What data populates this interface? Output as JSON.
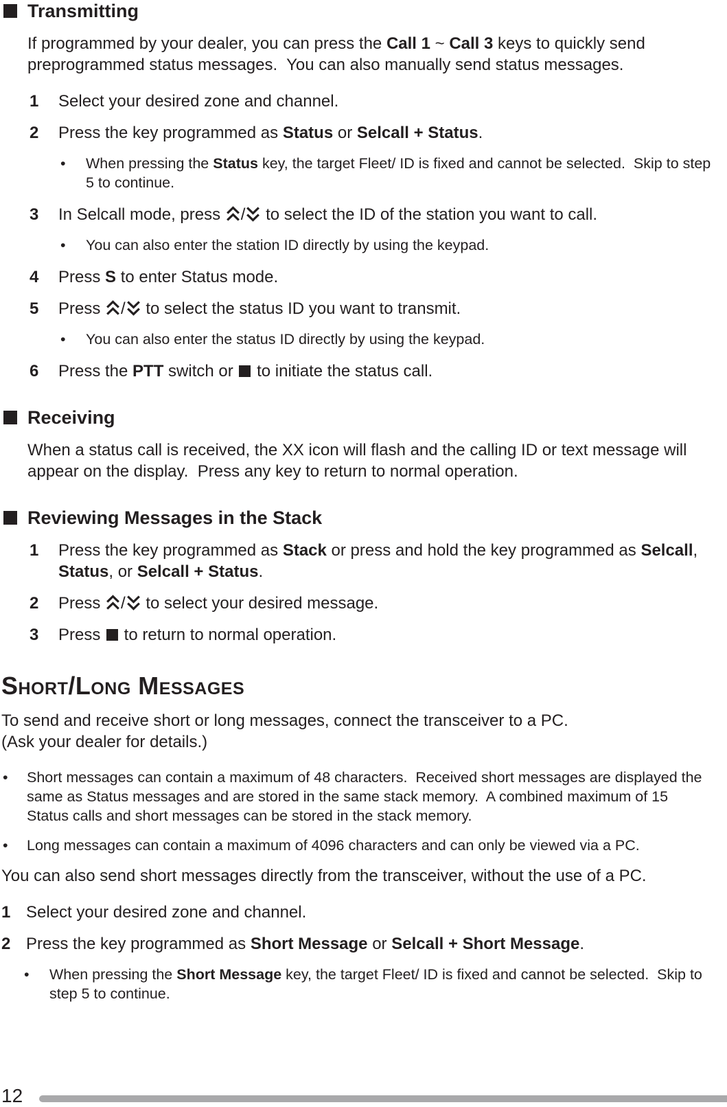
{
  "colors": {
    "text": "#231f20",
    "divider": "#a9a9ab",
    "section_marker": "#231f20"
  },
  "icons": {
    "scroll_up_key": "double-chevron-up",
    "scroll_down_key": "double-chevron-down",
    "side_key_square": "filled-square-key",
    "section_marker": "filled-square-bullet"
  },
  "document": {
    "sections": [
      {
        "type": "subsection",
        "title": "Transmitting",
        "blocks": [
          {
            "kind": "para",
            "segments": [
              {
                "t": "If programmed by your dealer, you can press the "
              },
              {
                "t": "Call 1",
                "b": true
              },
              {
                "t": " ~ "
              },
              {
                "t": "Call 3",
                "b": true
              },
              {
                "t": " keys to quickly send preprogrammed status messages.  You can also manually send status messages."
              }
            ]
          },
          {
            "kind": "step",
            "num": "1",
            "segments": [
              {
                "t": "Select your desired zone and channel."
              }
            ]
          },
          {
            "kind": "step",
            "num": "2",
            "segments": [
              {
                "t": "Press the key programmed as "
              },
              {
                "t": "Status",
                "b": true
              },
              {
                "t": " or "
              },
              {
                "t": "Selcall + Status",
                "b": true
              },
              {
                "t": "."
              }
            ]
          },
          {
            "kind": "note",
            "segments": [
              {
                "t": "When pressing the "
              },
              {
                "t": "Status",
                "b": true
              },
              {
                "t": " key, the target Fleet/ ID is fixed and cannot be selected.  Skip to step 5 to continue."
              }
            ]
          },
          {
            "kind": "step",
            "num": "3",
            "segments": [
              {
                "t": "In Selcall mode, press "
              },
              {
                "icon": "scroll-up-key"
              },
              {
                "t": "/"
              },
              {
                "icon": "scroll-down-key"
              },
              {
                "t": " to select the ID of the station you want to call."
              }
            ]
          },
          {
            "kind": "note",
            "segments": [
              {
                "t": "You can also enter the station ID directly by using the keypad."
              }
            ]
          },
          {
            "kind": "step",
            "num": "4",
            "segments": [
              {
                "t": "Press "
              },
              {
                "t": "S",
                "b": true
              },
              {
                "t": " to enter Status mode."
              }
            ]
          },
          {
            "kind": "step",
            "num": "5",
            "segments": [
              {
                "t": "Press "
              },
              {
                "icon": "scroll-up-key"
              },
              {
                "t": "/"
              },
              {
                "icon": "scroll-down-key"
              },
              {
                "t": " to select the status ID you want to transmit."
              }
            ]
          },
          {
            "kind": "note",
            "segments": [
              {
                "t": "You can also enter the status ID directly by using the keypad."
              }
            ]
          },
          {
            "kind": "step",
            "num": "6",
            "segments": [
              {
                "t": "Press the "
              },
              {
                "t": "PTT",
                "b": true
              },
              {
                "t": " switch or "
              },
              {
                "icon": "side-key-square"
              },
              {
                "t": " to initiate the status call."
              }
            ]
          }
        ]
      },
      {
        "type": "subsection",
        "title": "Receiving",
        "blocks": [
          {
            "kind": "para",
            "segments": [
              {
                "t": "When a status call is received, the XX icon will flash and the calling ID or text message will appear on the display.  Press any key to return to normal operation."
              }
            ]
          }
        ]
      },
      {
        "type": "subsection",
        "title": "Reviewing Messages in the Stack",
        "blocks": [
          {
            "kind": "step",
            "num": "1",
            "segments": [
              {
                "t": "Press the key programmed as "
              },
              {
                "t": "Stack",
                "b": true
              },
              {
                "t": " or press and hold the key programmed as "
              },
              {
                "t": "Selcall",
                "b": true
              },
              {
                "t": ", "
              },
              {
                "t": "Status",
                "b": true
              },
              {
                "t": ", or "
              },
              {
                "t": "Selcall + Status",
                "b": true
              },
              {
                "t": "."
              }
            ]
          },
          {
            "kind": "step",
            "num": "2",
            "segments": [
              {
                "t": "Press "
              },
              {
                "icon": "scroll-up-key"
              },
              {
                "t": "/"
              },
              {
                "icon": "scroll-down-key"
              },
              {
                "t": " to select your desired message."
              }
            ]
          },
          {
            "kind": "step",
            "num": "3",
            "segments": [
              {
                "t": "Press "
              },
              {
                "icon": "side-key-square"
              },
              {
                "t": " to return to normal operation."
              }
            ]
          }
        ]
      },
      {
        "type": "main-heading",
        "title": "Short/Long Messages"
      },
      {
        "type": "plain",
        "blocks": [
          {
            "kind": "para",
            "segments": [
              {
                "t": "To send and receive short or long messages, connect the transceiver to a PC.\n(Ask your dealer for details.)"
              }
            ]
          },
          {
            "kind": "bullet",
            "segments": [
              {
                "t": "Short messages can contain a maximum of 48 characters.  Received short messages are displayed the same as Status messages and are stored in the same stack memory.  A combined maximum of 15 Status calls and short messages can be stored in the stack memory."
              }
            ]
          },
          {
            "kind": "bullet",
            "segments": [
              {
                "t": "Long messages can contain a maximum of 4096 characters and can only be viewed via a PC."
              }
            ]
          },
          {
            "kind": "para",
            "segments": [
              {
                "t": "You can also send short messages directly from the transceiver, without the use of a PC."
              }
            ]
          },
          {
            "kind": "step",
            "num": "1",
            "segments": [
              {
                "t": "Select your desired zone and channel."
              }
            ]
          },
          {
            "kind": "step",
            "num": "2",
            "segments": [
              {
                "t": "Press the key programmed as "
              },
              {
                "t": "Short Message",
                "b": true
              },
              {
                "t": " or "
              },
              {
                "t": "Selcall + Short Message",
                "b": true
              },
              {
                "t": "."
              }
            ]
          },
          {
            "kind": "note",
            "segments": [
              {
                "t": "When pressing the "
              },
              {
                "t": "Short Message",
                "b": true
              },
              {
                "t": " key, the target Fleet/ ID is fixed and cannot be selected.  Skip to step 5 to continue."
              }
            ]
          }
        ]
      }
    ],
    "footer": {
      "page_number": "12"
    }
  }
}
